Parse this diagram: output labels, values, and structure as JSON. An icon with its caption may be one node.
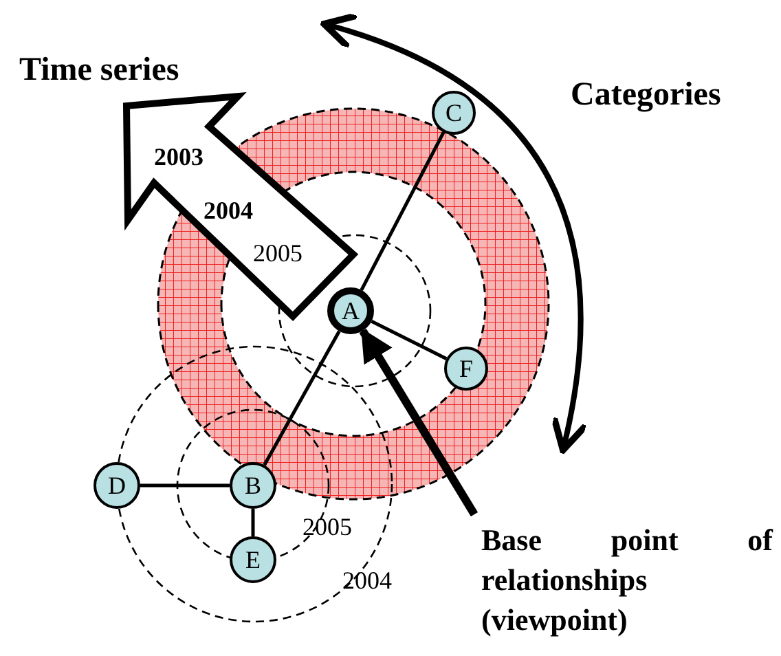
{
  "diagram": {
    "nodes": [
      {
        "text": [
          "A"
        ]
      },
      {
        "text": [
          "B"
        ]
      },
      {
        "text": [
          "C"
        ]
      },
      {
        "text": [
          "D"
        ]
      },
      {
        "text": [
          "E"
        ]
      },
      {
        "text": [
          "F"
        ]
      },
      {
        "text": [
          "Base point of relationships (viewpoint)"
        ]
      }
    ],
    "edges": [
      {
        "from": 0,
        "to": 2,
        "arrow": "none"
      },
      {
        "from": 0,
        "to": 5,
        "arrow": "none"
      },
      {
        "from": 0,
        "to": 1,
        "arrow": "none"
      },
      {
        "from": 3,
        "to": 1,
        "arrow": "none"
      },
      {
        "from": 1,
        "to": 4,
        "arrow": "none"
      },
      {
        "from": 6,
        "to": 0,
        "arrow": "to",
        "style": "thick"
      }
    ],
    "labels": [
      "Time series",
      "Categories",
      "2003",
      "2004",
      "2005",
      "2005",
      "2004"
    ]
  }
}
